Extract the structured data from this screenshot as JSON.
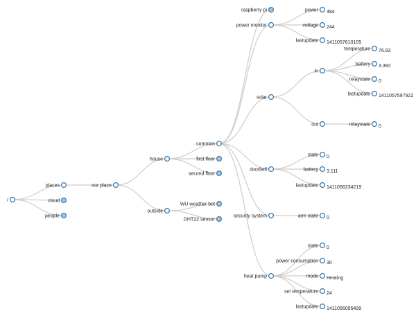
{
  "colors": {
    "link": "#cccccc",
    "node_stroke": "#4682b4",
    "collapsed_fill": "#b0c4de",
    "expanded_fill": "#ffffff"
  },
  "tree": {
    "id": "root",
    "label": "/",
    "collapsed": false,
    "children": [
      {
        "id": "places",
        "label": "places",
        "collapsed": false,
        "children": [
          {
            "id": "our-place",
            "label": "our place",
            "collapsed": false,
            "children": [
              {
                "id": "house",
                "label": "house",
                "collapsed": false,
                "children": [
                  {
                    "id": "common",
                    "label": "common",
                    "collapsed": false,
                    "children": [
                      {
                        "id": "raspberry-pi",
                        "label": "raspberry pi",
                        "collapsed": true
                      },
                      {
                        "id": "power-monitor",
                        "label": "power monitor",
                        "collapsed": false,
                        "children": [
                          {
                            "id": "pm-power",
                            "label": "power",
                            "value": "484"
                          },
                          {
                            "id": "pm-voltage",
                            "label": "voltage",
                            "value": "244"
                          },
                          {
                            "id": "pm-lastupdate",
                            "label": "lastupdate",
                            "value": "1411057610105"
                          }
                        ]
                      },
                      {
                        "id": "solar",
                        "label": "solar",
                        "collapsed": false,
                        "children": [
                          {
                            "id": "solar-in",
                            "label": "in",
                            "collapsed": false,
                            "children": [
                              {
                                "id": "in-temperature",
                                "label": "temperature",
                                "value": "76.93"
                              },
                              {
                                "id": "in-battery",
                                "label": "battery",
                                "value": "3.392"
                              },
                              {
                                "id": "in-relaystate",
                                "label": "relaystate",
                                "value": "0"
                              },
                              {
                                "id": "in-lastupdate",
                                "label": "lastupdate",
                                "value": "1411057597922"
                              }
                            ]
                          },
                          {
                            "id": "solar-out",
                            "label": "out",
                            "collapsed": false,
                            "children": [
                              {
                                "id": "out-relaystate",
                                "label": "relaystate",
                                "value": "0"
                              }
                            ]
                          }
                        ]
                      },
                      {
                        "id": "doorbell",
                        "label": "doorbell",
                        "collapsed": false,
                        "children": [
                          {
                            "id": "db-state",
                            "label": "state",
                            "value": "0"
                          },
                          {
                            "id": "db-battery",
                            "label": "battery",
                            "value": "3.111"
                          },
                          {
                            "id": "db-lastupdate",
                            "label": "lastupdate",
                            "value": "1411056234219"
                          }
                        ]
                      },
                      {
                        "id": "security-system",
                        "label": "security system",
                        "collapsed": false,
                        "children": [
                          {
                            "id": "ss-arm-state",
                            "label": "arm state",
                            "value": "0"
                          }
                        ]
                      },
                      {
                        "id": "heat-pump",
                        "label": "heat pump",
                        "collapsed": false,
                        "children": [
                          {
                            "id": "hp-state",
                            "label": "state",
                            "value": "0"
                          },
                          {
                            "id": "hp-power-consumption",
                            "label": "power consumption",
                            "value": "30"
                          },
                          {
                            "id": "hp-mode",
                            "label": "mode",
                            "value": "Heating"
                          },
                          {
                            "id": "hp-set-temperature",
                            "label": "set temperature",
                            "value": "24"
                          },
                          {
                            "id": "hp-lastupdate",
                            "label": "lastupdate",
                            "value": "1411056095499"
                          }
                        ]
                      }
                    ]
                  },
                  {
                    "id": "first-floor",
                    "label": "first floor",
                    "collapsed": true
                  },
                  {
                    "id": "second-floor",
                    "label": "second floor",
                    "collapsed": true
                  }
                ]
              },
              {
                "id": "outside",
                "label": "outside",
                "collapsed": false,
                "children": [
                  {
                    "id": "wu-weather-bot",
                    "label": "WU weather bot",
                    "collapsed": true
                  },
                  {
                    "id": "dht22-sensor",
                    "label": "DHT22 sensor",
                    "collapsed": true
                  }
                ]
              }
            ]
          }
        ]
      },
      {
        "id": "cloud",
        "label": "cloud",
        "collapsed": true
      },
      {
        "id": "people",
        "label": "people",
        "collapsed": true
      }
    ]
  }
}
